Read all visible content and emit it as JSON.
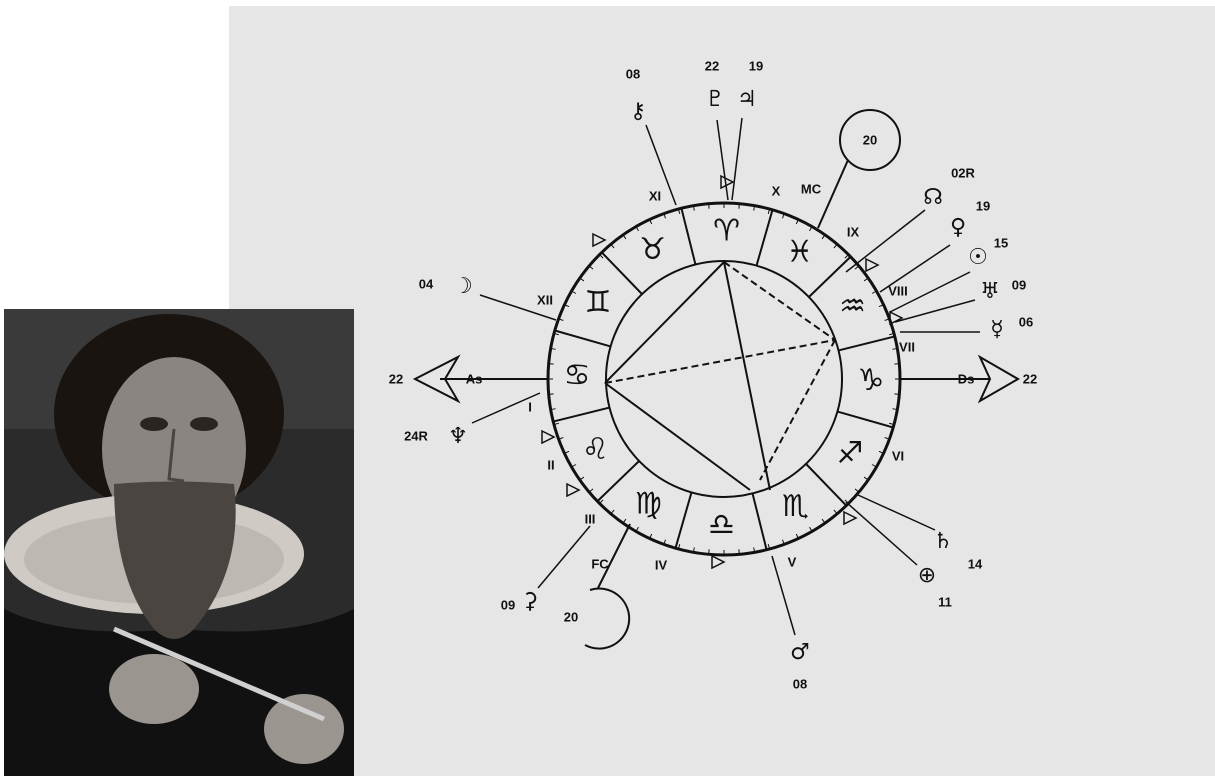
{
  "chart_labels": {
    "ascendant": "As",
    "descendant": "Ds",
    "midheaven": "MC",
    "imum_coeli": "FC",
    "mc_degree": "20",
    "fc_degree": "20",
    "asc_degree": "22",
    "desc_degree": "22"
  },
  "houses": [
    {
      "numeral": "I",
      "name": "house-1"
    },
    {
      "numeral": "II",
      "name": "house-2"
    },
    {
      "numeral": "III",
      "name": "house-3"
    },
    {
      "numeral": "IV",
      "name": "house-4"
    },
    {
      "numeral": "V",
      "name": "house-5"
    },
    {
      "numeral": "VI",
      "name": "house-6"
    },
    {
      "numeral": "VII",
      "name": "house-7"
    },
    {
      "numeral": "VIII",
      "name": "house-8"
    },
    {
      "numeral": "IX",
      "name": "house-9"
    },
    {
      "numeral": "X",
      "name": "house-10"
    },
    {
      "numeral": "XI",
      "name": "house-11"
    },
    {
      "numeral": "XII",
      "name": "house-12"
    }
  ],
  "zodiac": [
    {
      "sign": "Aries",
      "glyph": "♈"
    },
    {
      "sign": "Pisces",
      "glyph": "♓"
    },
    {
      "sign": "Aquarius",
      "glyph": "♒"
    },
    {
      "sign": "Capricorn",
      "glyph": "♑"
    },
    {
      "sign": "Sagittarius",
      "glyph": "♐"
    },
    {
      "sign": "Scorpio",
      "glyph": "♏"
    },
    {
      "sign": "Libra",
      "glyph": "♎"
    },
    {
      "sign": "Virgo",
      "glyph": "♍"
    },
    {
      "sign": "Leo",
      "glyph": "♌"
    },
    {
      "sign": "Cancer",
      "glyph": "♋"
    },
    {
      "sign": "Gemini",
      "glyph": "♊"
    },
    {
      "sign": "Taurus",
      "glyph": "♉"
    }
  ],
  "planets": [
    {
      "name": "chiron",
      "glyph": "⚷",
      "degree": "08"
    },
    {
      "name": "pluto",
      "glyph": "♇",
      "degree": "22"
    },
    {
      "name": "jupiter",
      "glyph": "♃",
      "degree": "19"
    },
    {
      "name": "north-node",
      "glyph": "☊",
      "degree": "02R"
    },
    {
      "name": "venus",
      "glyph": "♀",
      "degree": "19"
    },
    {
      "name": "sun",
      "glyph": "☉",
      "degree": "15"
    },
    {
      "name": "uranus",
      "glyph": "♅",
      "degree": "09"
    },
    {
      "name": "mercury",
      "glyph": "☿",
      "degree": "06"
    },
    {
      "name": "moon",
      "glyph": "☽",
      "degree": "04"
    },
    {
      "name": "neptune",
      "glyph": "♆",
      "degree": "24R"
    },
    {
      "name": "saturn",
      "glyph": "♄",
      "degree": "14"
    },
    {
      "name": "earth",
      "glyph": "⊕",
      "degree": "11"
    },
    {
      "name": "mars",
      "glyph": "♂",
      "degree": "08"
    },
    {
      "name": "ceres",
      "glyph": "⚳",
      "degree": "09"
    }
  ],
  "colors": {
    "panel": "#e6e6e6",
    "ink": "#111111",
    "portrait_bg": "#1a1a1a"
  }
}
